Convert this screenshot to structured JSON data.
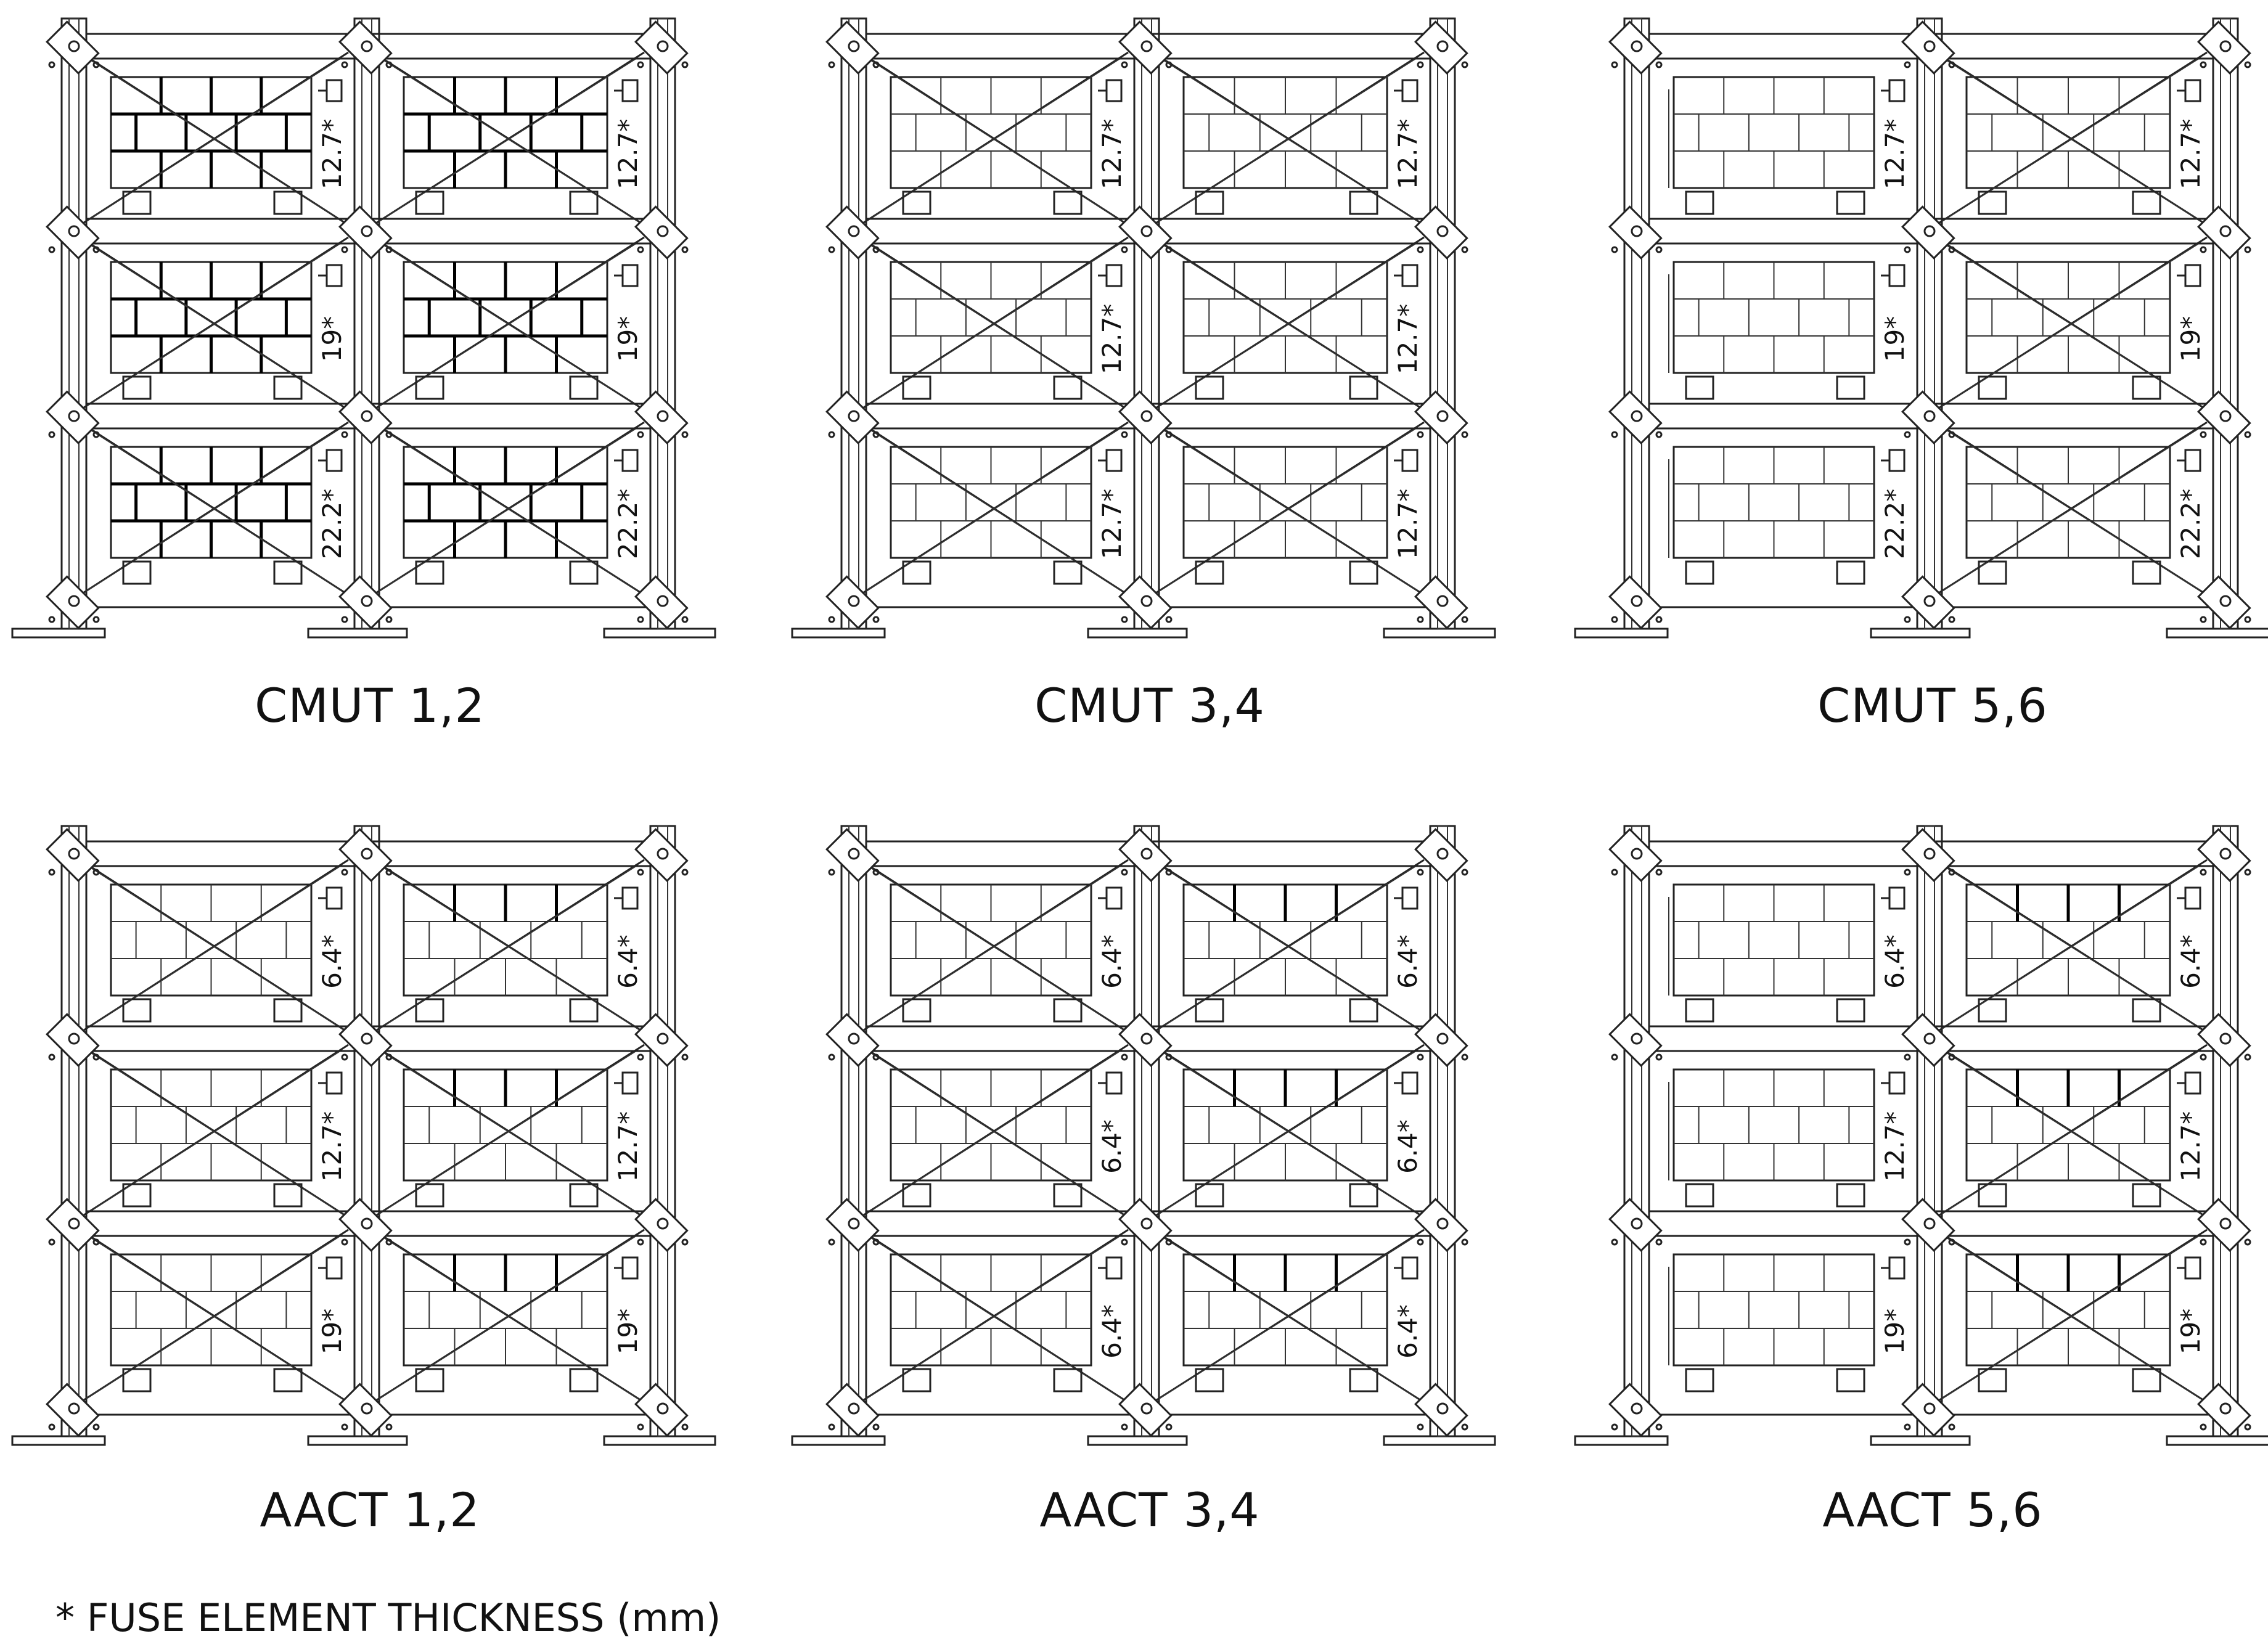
{
  "panels": [
    {
      "id": "cmut-1-2",
      "caption": "CMUT 1,2",
      "type": "cmu",
      "fuse_labels": [
        "12.7*",
        "19*",
        "22.2*"
      ],
      "walls": [
        "full",
        "full"
      ],
      "brick_style": "bold"
    },
    {
      "id": "cmut-3-4",
      "caption": "CMUT 3,4",
      "type": "cmu",
      "fuse_labels": [
        "12.7*",
        "12.7*",
        "12.7*"
      ],
      "walls": [
        "full",
        "full"
      ],
      "brick_style": "light"
    },
    {
      "id": "cmut-5-6",
      "caption": "CMUT 5,6",
      "type": "cmu",
      "fuse_labels": [
        "12.7*",
        "19*",
        "22.2*"
      ],
      "walls": [
        "infill",
        "full"
      ],
      "brick_style": "light"
    },
    {
      "id": "aact-1-2",
      "caption": "AACT 1,2",
      "type": "aac",
      "fuse_labels": [
        "6.4*",
        "12.7*",
        "19*"
      ],
      "walls": [
        "full",
        "full"
      ],
      "brick_style": "aac"
    },
    {
      "id": "aact-3-4",
      "caption": "AACT  3,4",
      "type": "aac",
      "fuse_labels": [
        "6.4*",
        "6.4*",
        "6.4*"
      ],
      "walls": [
        "full",
        "full"
      ],
      "brick_style": "aac"
    },
    {
      "id": "aact-5-6",
      "caption": "AACT 5,6",
      "type": "aac",
      "fuse_labels": [
        "6.4*",
        "12.7*",
        "19*"
      ],
      "walls": [
        "infill",
        "full"
      ],
      "brick_style": "aac"
    }
  ],
  "footnote": "* FUSE ELEMENT THICKNESS (mm)"
}
